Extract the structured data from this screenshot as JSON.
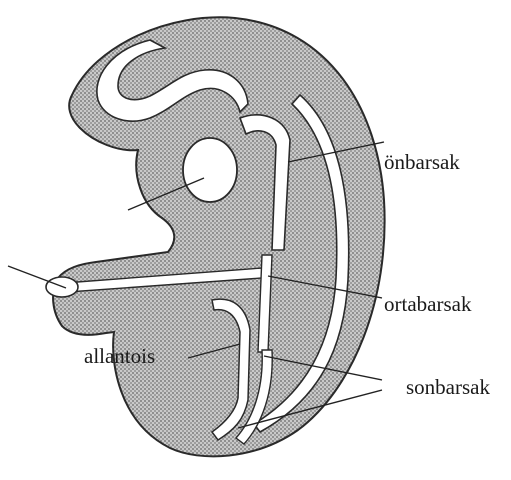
{
  "labels": {
    "onbarsak": "önbarsak",
    "ortabarsak": "ortabarsak",
    "allantois": "allantois",
    "sonbarsak": "sonbarsak"
  },
  "colors": {
    "tissue_fill": "#b8b8b8",
    "outline": "#2a2a2a",
    "lumen": "#ffffff"
  }
}
